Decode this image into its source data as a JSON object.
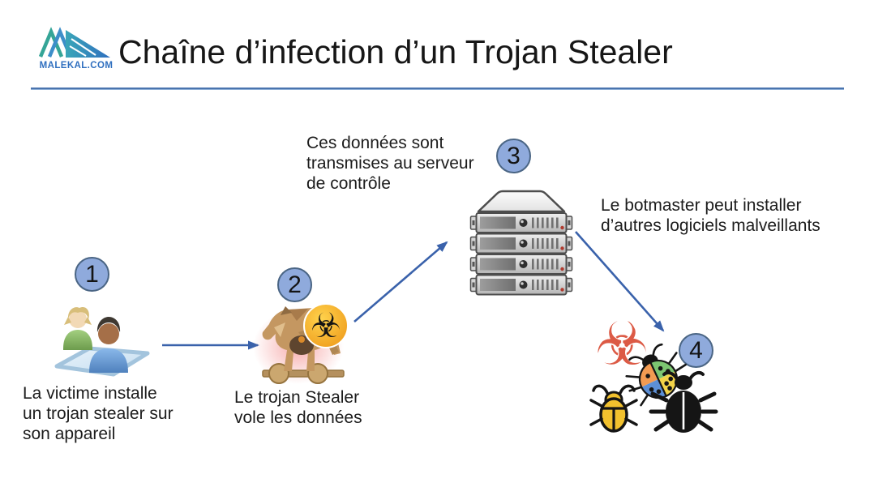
{
  "header": {
    "logo_text": "MALEKAL.COM",
    "title": "Chaîne d’infection d’un Trojan Stealer"
  },
  "steps": {
    "step1": {
      "number": "1",
      "label": "La victime installe\nun trojan stealer sur\nson appareil"
    },
    "step2": {
      "number": "2",
      "label": "Le trojan Stealer\nvole les données"
    },
    "step3": {
      "number": "3",
      "label": "Ces données sont\ntransmises au serveur\nde contrôle"
    },
    "step4": {
      "number": "4",
      "label": "Le botmaster peut installer\nd’autres logiciels malveillants"
    }
  },
  "glyphs": {
    "biohazard": "☣"
  },
  "icons": {
    "logo": "malekal-logo",
    "step1": "users-icon",
    "step2": "trojan-horse-icon",
    "step2_badge": "biohazard-orange-badge",
    "step3": "server-rack-icon",
    "step4": [
      "biohazard-red-icon",
      "ladybug-icon",
      "yellow-bug-icon",
      "black-bug-icon"
    ]
  },
  "colors": {
    "arrow_blue": "#3a62ab",
    "circle_fill": "#8faadc",
    "circle_border": "#4a6584",
    "divider_blue": "#4a74ae",
    "logo_blue": "#2f6fbf",
    "logo_teal": "#35a597",
    "biohazard_orange": "#f5a623",
    "biohazard_red": "#dc5a45",
    "trojan_tan": "#c49761",
    "ladybug_orange": "#f29b52",
    "ladybug_green": "#7cc671",
    "ladybug_blue": "#5c8fd6",
    "ladybug_yellow": "#f2d349",
    "yellow_bug": "#f2c12e"
  }
}
